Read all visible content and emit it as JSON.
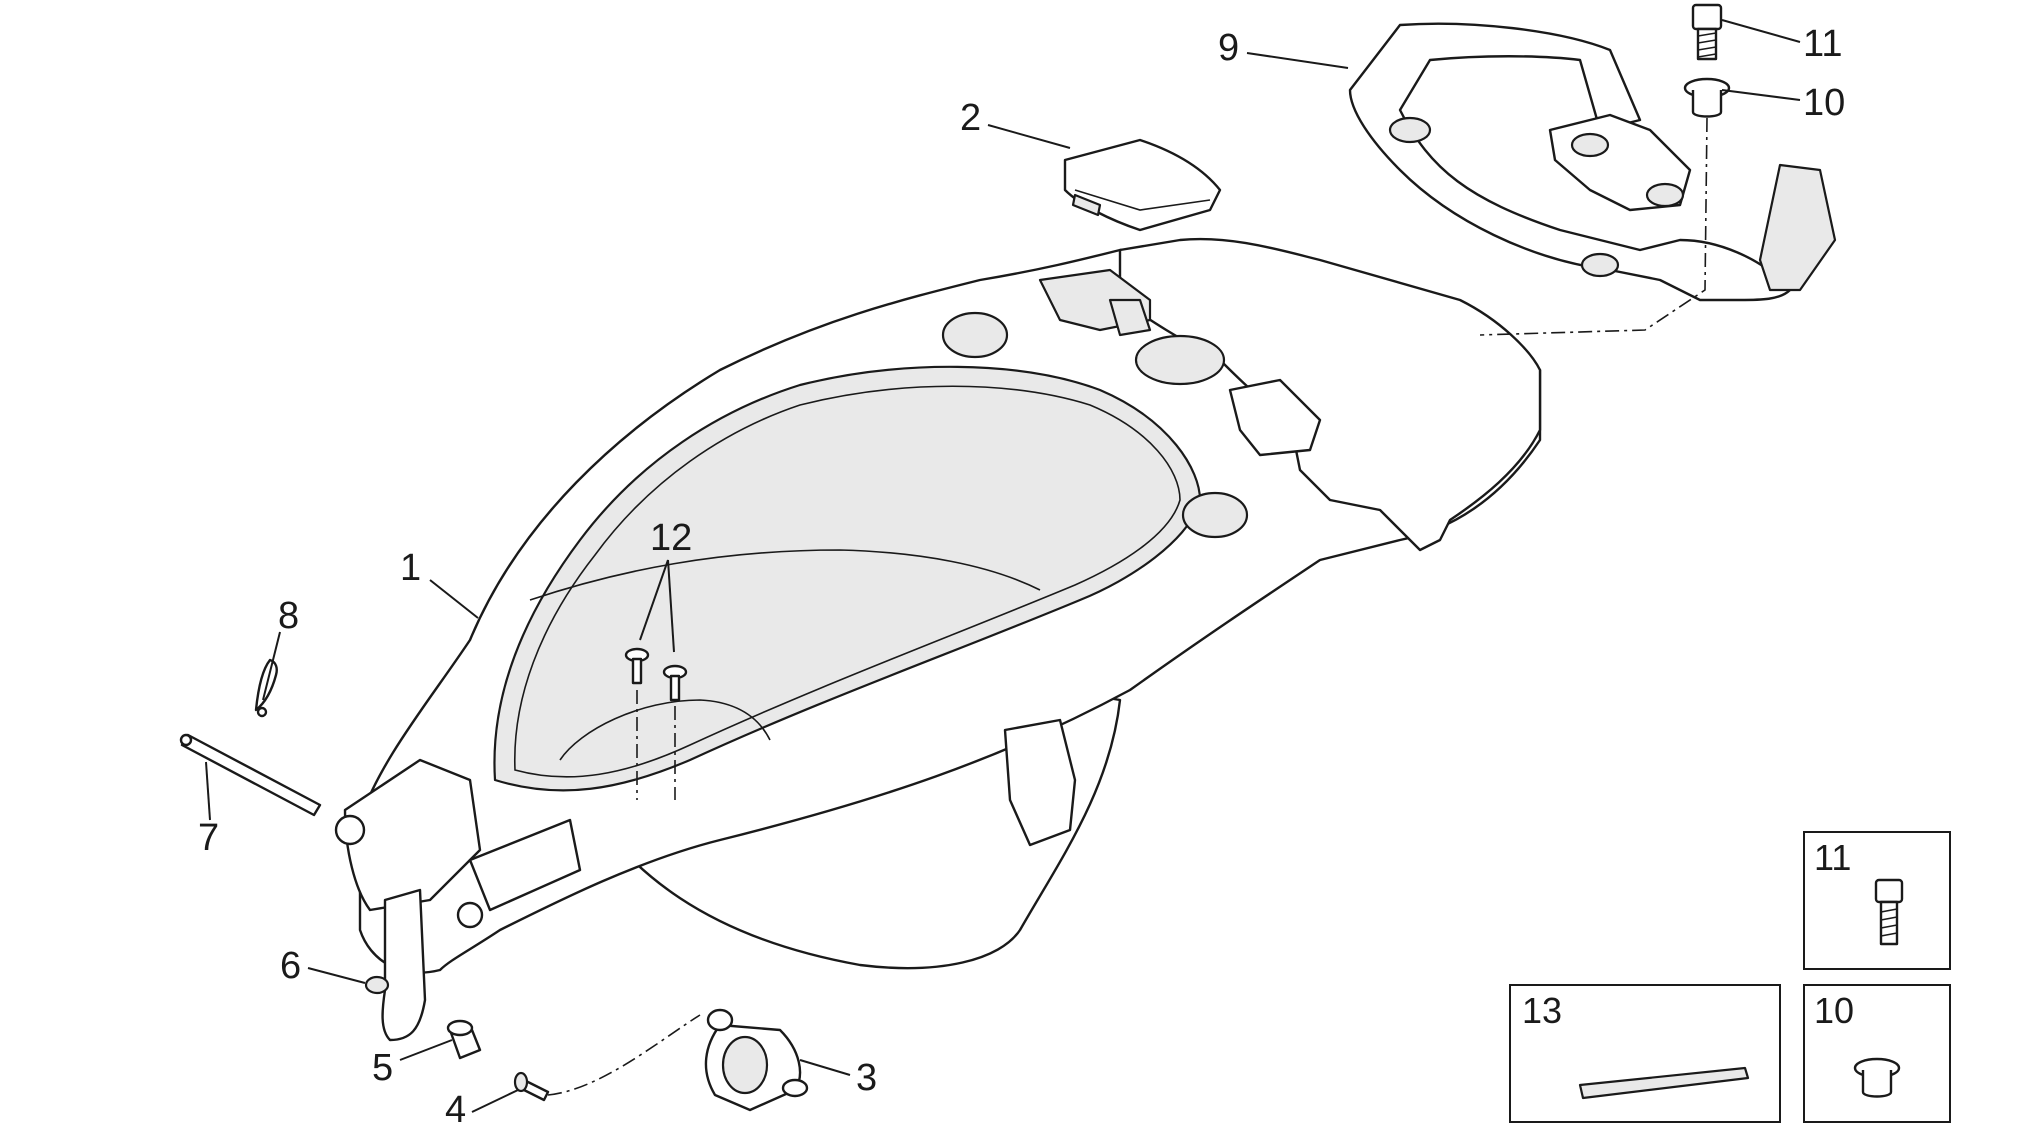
{
  "callouts": {
    "c1": "1",
    "c2": "2",
    "c3": "3",
    "c4": "4",
    "c5": "5",
    "c6": "6",
    "c7": "7",
    "c8": "8",
    "c9": "9",
    "c10": "10",
    "c11": "11",
    "c12": "12"
  },
  "insets": {
    "inset11": "11",
    "inset10": "10",
    "inset13": "13"
  }
}
